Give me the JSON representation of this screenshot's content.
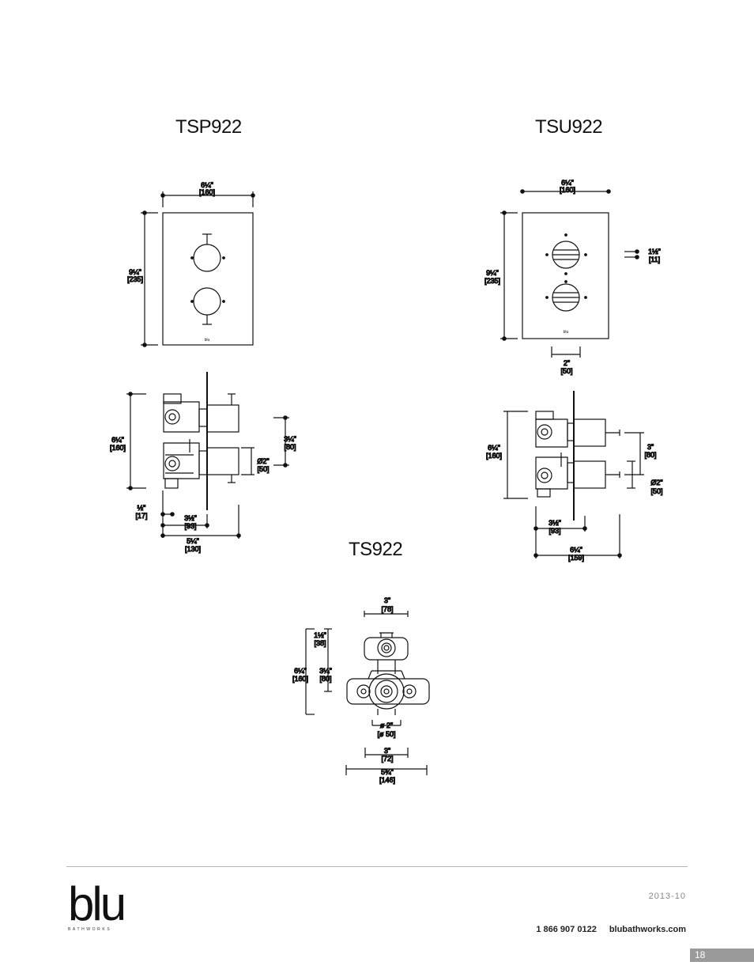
{
  "models": {
    "tsp": {
      "title": "TSP922",
      "front": {
        "width": "6¼\"",
        "width_mm": "[160]",
        "height": "9¼\"",
        "height_mm": "[235]"
      },
      "side": {
        "height": "6¼\"",
        "height_mm": "[160]",
        "offset": "3¼\"",
        "offset_mm": "[80]",
        "diameter": "Ø2\"",
        "diameter_mm": "[50]",
        "small": "½\"",
        "small_mm": "[17]",
        "depth1": "3½\"",
        "depth1_mm": "[93]",
        "depth2": "5¼\"",
        "depth2_mm": "[130]"
      }
    },
    "tsu": {
      "title": "TSU922",
      "front": {
        "width": "6¼\"",
        "width_mm": "[160]",
        "height": "9¼\"",
        "height_mm": "[235]",
        "handle": "1½\"",
        "handle_mm": "[11]",
        "spread": "2\"",
        "spread_mm": "[50]"
      },
      "side": {
        "height": "6¼\"",
        "height_mm": "[160]",
        "offset": "3\"",
        "offset_mm": "[80]",
        "diameter": "Ø2\"",
        "diameter_mm": "[50]",
        "depth1": "3½\"",
        "depth1_mm": "[93]",
        "depth2": "6¼\"",
        "depth2_mm": "[159]"
      }
    },
    "ts": {
      "title": "TS922",
      "dims": {
        "top_width": "3\"",
        "top_width_mm": "[78]",
        "h1": "1½\"",
        "h1_mm": "[38]",
        "h2": "6¼\"",
        "h2_mm": "[160]",
        "h3": "3¼\"",
        "h3_mm": "[80]",
        "port": "ø 2\"",
        "port_mm": "[ø 50]",
        "inner_width": "3\"",
        "inner_width_mm": "[72]",
        "total_width": "5¾\"",
        "total_width_mm": "[146]"
      }
    }
  },
  "footer": {
    "brand": "blu",
    "brand_sub": "BATHWORKS",
    "date": "2013-10",
    "phone": "1 866 907 0122",
    "website": "blubathworks.com",
    "page": "18"
  }
}
